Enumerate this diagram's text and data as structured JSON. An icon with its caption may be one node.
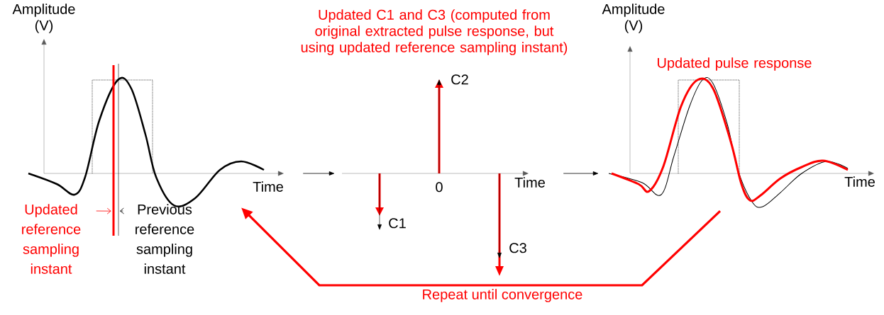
{
  "diagram": {
    "nodes": [
      {
        "text": [],
        "shape": "picture"
      },
      {
        "text": [],
        "shape": "picture"
      },
      {
        "text": [],
        "shape": "picture"
      },
      {
        "text": [
          "Updated reference sampling instant"
        ]
      },
      {
        "text": [
          "Previous reference sampling instant"
        ]
      }
    ],
    "edges": [
      {
        "from": 0,
        "to": 1,
        "arrow": "to"
      },
      {
        "from": 1,
        "to": 2,
        "arrow": "to"
      },
      {
        "from": 2,
        "to": 0,
        "arrow": "to",
        "label": "Repeat until convergence",
        "style": "thick",
        "color": "#ff0000"
      },
      {
        "from": 3,
        "to": 0,
        "arrow": "to",
        "color": "#ff0000"
      },
      {
        "from": 4,
        "to": 0,
        "arrow": "to"
      }
    ],
    "labels": [
      "Amplitude (V)",
      "Updated C1 and C3 (computed from original extracted pulse response, but using updated reference sampling instant)",
      "Amplitude (V)",
      "C2",
      "Updated pulse response",
      "Time",
      "0",
      "Time",
      "Time",
      "C1",
      "C3"
    ]
  }
}
